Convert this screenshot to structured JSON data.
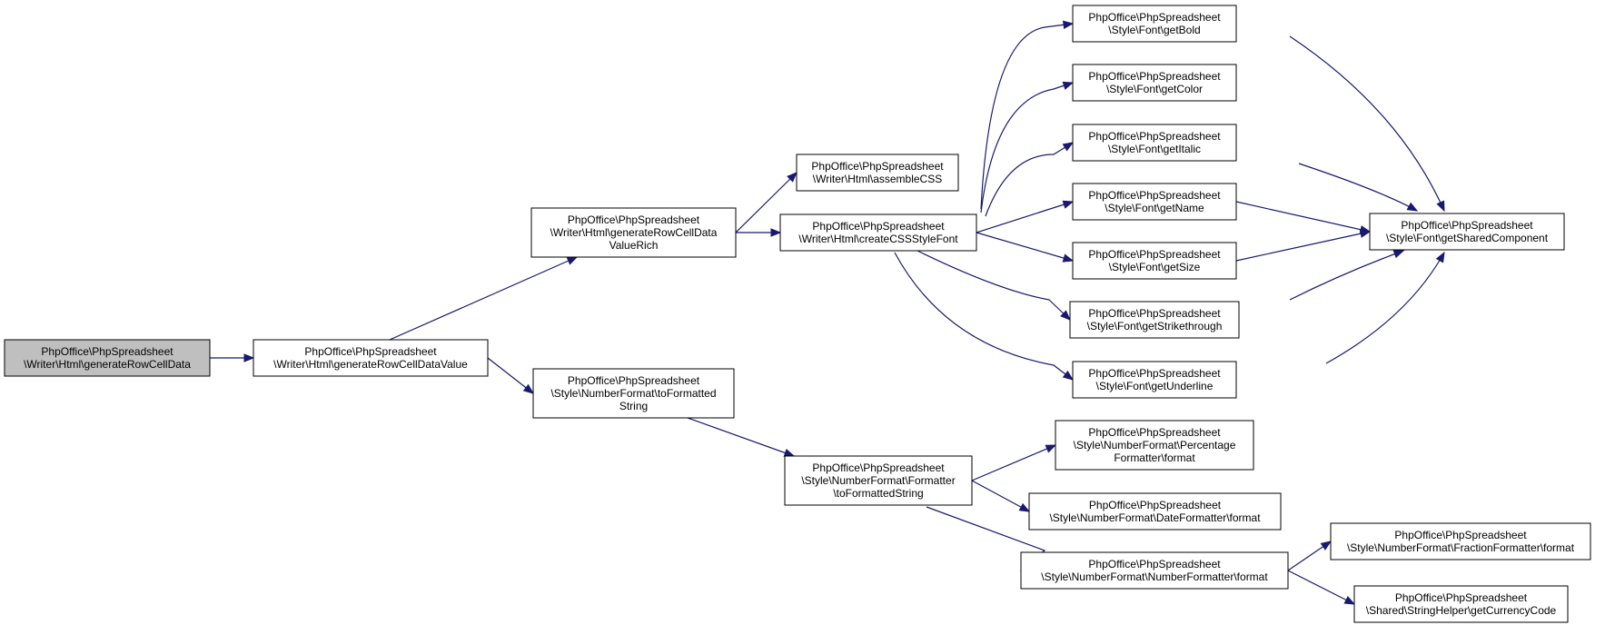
{
  "nodes": [
    {
      "id": "root",
      "lines": [
        "PhpOffice\\PhpSpreadsheet",
        "\\Writer\\Html\\generateRowCellData"
      ],
      "highlight": true
    },
    {
      "id": "value",
      "lines": [
        "PhpOffice\\PhpSpreadsheet",
        "\\Writer\\Html\\generateRowCellDataValue"
      ]
    },
    {
      "id": "valueRich",
      "lines": [
        "PhpOffice\\PhpSpreadsheet",
        "\\Writer\\Html\\generateRowCellData",
        "ValueRich"
      ]
    },
    {
      "id": "toFormatted",
      "lines": [
        "PhpOffice\\PhpSpreadsheet",
        "\\Style\\NumberFormat\\toFormatted",
        "String"
      ]
    },
    {
      "id": "assembleCSS",
      "lines": [
        "PhpOffice\\PhpSpreadsheet",
        "\\Writer\\Html\\assembleCSS"
      ]
    },
    {
      "id": "createCSS",
      "lines": [
        "PhpOffice\\PhpSpreadsheet",
        "\\Writer\\Html\\createCSSStyleFont"
      ]
    },
    {
      "id": "fmtToString",
      "lines": [
        "PhpOffice\\PhpSpreadsheet",
        "\\Style\\NumberFormat\\Formatter",
        "\\toFormattedString"
      ]
    },
    {
      "id": "getBold",
      "lines": [
        "PhpOffice\\PhpSpreadsheet",
        "\\Style\\Font\\getBold"
      ]
    },
    {
      "id": "getColor",
      "lines": [
        "PhpOffice\\PhpSpreadsheet",
        "\\Style\\Font\\getColor"
      ]
    },
    {
      "id": "getItalic",
      "lines": [
        "PhpOffice\\PhpSpreadsheet",
        "\\Style\\Font\\getItalic"
      ]
    },
    {
      "id": "getName",
      "lines": [
        "PhpOffice\\PhpSpreadsheet",
        "\\Style\\Font\\getName"
      ]
    },
    {
      "id": "getSize",
      "lines": [
        "PhpOffice\\PhpSpreadsheet",
        "\\Style\\Font\\getSize"
      ]
    },
    {
      "id": "getStrike",
      "lines": [
        "PhpOffice\\PhpSpreadsheet",
        "\\Style\\Font\\getStrikethrough"
      ]
    },
    {
      "id": "getUnderline",
      "lines": [
        "PhpOffice\\PhpSpreadsheet",
        "\\Style\\Font\\getUnderline"
      ]
    },
    {
      "id": "percentFmt",
      "lines": [
        "PhpOffice\\PhpSpreadsheet",
        "\\Style\\NumberFormat\\Percentage",
        "Formatter\\format"
      ]
    },
    {
      "id": "dateFmt",
      "lines": [
        "PhpOffice\\PhpSpreadsheet",
        "\\Style\\NumberFormat\\DateFormatter\\format"
      ]
    },
    {
      "id": "numberFmt",
      "lines": [
        "PhpOffice\\PhpSpreadsheet",
        "\\Style\\NumberFormat\\NumberFormatter\\format"
      ]
    },
    {
      "id": "getShared",
      "lines": [
        "PhpOffice\\PhpSpreadsheet",
        "\\Style\\Font\\getSharedComponent"
      ]
    },
    {
      "id": "fractionFmt",
      "lines": [
        "PhpOffice\\PhpSpreadsheet",
        "\\Style\\NumberFormat\\FractionFormatter\\format"
      ]
    },
    {
      "id": "currency",
      "lines": [
        "PhpOffice\\PhpSpreadsheet",
        "\\Shared\\StringHelper\\getCurrencyCode"
      ]
    }
  ],
  "edges": [
    {
      "from": "root",
      "to": "value"
    },
    {
      "from": "value",
      "to": "valueRich"
    },
    {
      "from": "value",
      "to": "toFormatted"
    },
    {
      "from": "valueRich",
      "to": "assembleCSS"
    },
    {
      "from": "valueRich",
      "to": "createCSS"
    },
    {
      "from": "toFormatted",
      "to": "fmtToString"
    },
    {
      "from": "createCSS",
      "to": "getBold"
    },
    {
      "from": "createCSS",
      "to": "getColor"
    },
    {
      "from": "createCSS",
      "to": "getItalic"
    },
    {
      "from": "createCSS",
      "to": "getName"
    },
    {
      "from": "createCSS",
      "to": "getSize"
    },
    {
      "from": "createCSS",
      "to": "getStrike"
    },
    {
      "from": "createCSS",
      "to": "getUnderline"
    },
    {
      "from": "fmtToString",
      "to": "percentFmt"
    },
    {
      "from": "fmtToString",
      "to": "dateFmt"
    },
    {
      "from": "fmtToString",
      "to": "numberFmt"
    },
    {
      "from": "getBold",
      "to": "getShared"
    },
    {
      "from": "getItalic",
      "to": "getShared"
    },
    {
      "from": "getName",
      "to": "getShared"
    },
    {
      "from": "getSize",
      "to": "getShared"
    },
    {
      "from": "getStrike",
      "to": "getShared"
    },
    {
      "from": "getUnderline",
      "to": "getShared"
    },
    {
      "from": "numberFmt",
      "to": "fractionFmt"
    },
    {
      "from": "numberFmt",
      "to": "currency"
    }
  ],
  "colors": {
    "edge": "#191970",
    "root_fill": "#bfbfbf",
    "node_fill": "#ffffff",
    "border": "#000000"
  }
}
